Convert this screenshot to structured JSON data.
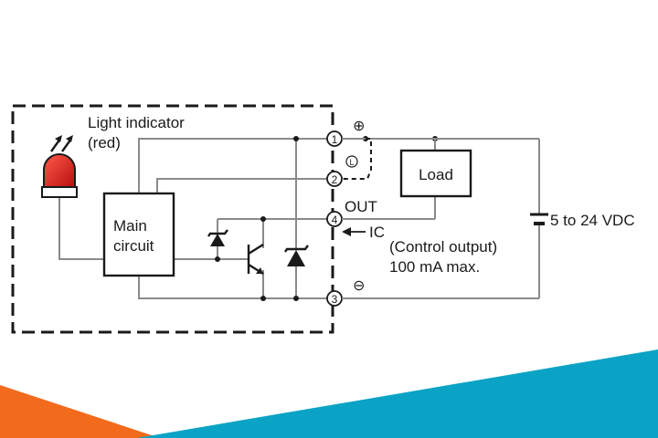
{
  "sensor": {
    "light_indicator_label": "Light indicator",
    "light_indicator_color_label": "(red)",
    "main_circuit_line1": "Main",
    "main_circuit_line2": "circuit",
    "led_color": "#e01a1a"
  },
  "terminals": [
    {
      "number": "1",
      "polarity": "⊕"
    },
    {
      "number": "2",
      "polarity": "L"
    },
    {
      "number": "4",
      "name": "OUT"
    },
    {
      "number": "3",
      "polarity": "⊖"
    }
  ],
  "load": {
    "label": "Load"
  },
  "control_output": {
    "current_label": "IC",
    "description_line1": "(Control output)",
    "description_line2": "100 mA max."
  },
  "supply": {
    "voltage_label": "5 to 24 VDC"
  },
  "decoration": {
    "orange_color": "#f26b1d",
    "blue_color": "#0aa3c6"
  }
}
